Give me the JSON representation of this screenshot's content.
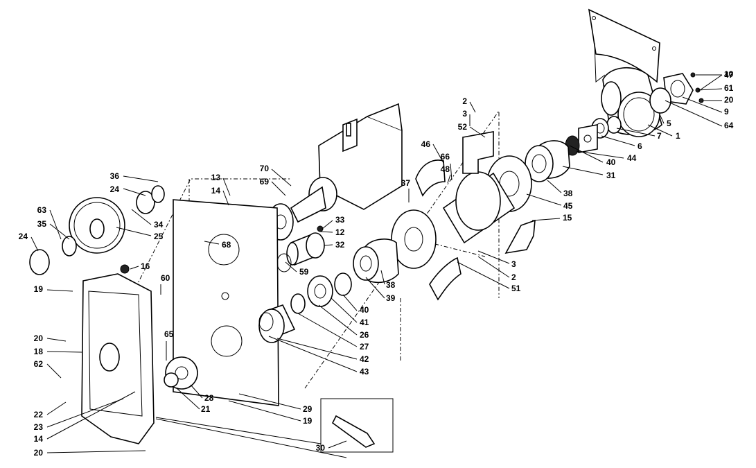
{
  "callouts": [
    {
      "label": "47"
    },
    {
      "label": "10"
    },
    {
      "label": "61"
    },
    {
      "label": "20"
    },
    {
      "label": "9"
    },
    {
      "label": "64"
    },
    {
      "label": "5"
    },
    {
      "label": "1"
    },
    {
      "label": "7"
    },
    {
      "label": "6"
    },
    {
      "label": "44"
    },
    {
      "label": "40"
    },
    {
      "label": "31"
    },
    {
      "label": "2"
    },
    {
      "label": "3"
    },
    {
      "label": "52"
    },
    {
      "label": "46"
    },
    {
      "label": "66"
    },
    {
      "label": "48"
    },
    {
      "label": "37"
    },
    {
      "label": "38"
    },
    {
      "label": "45"
    },
    {
      "label": "15"
    },
    {
      "label": "3"
    },
    {
      "label": "2"
    },
    {
      "label": "51"
    },
    {
      "label": "38"
    },
    {
      "label": "39"
    },
    {
      "label": "40"
    },
    {
      "label": "41"
    },
    {
      "label": "26"
    },
    {
      "label": "27"
    },
    {
      "label": "42"
    },
    {
      "label": "43"
    },
    {
      "label": "70"
    },
    {
      "label": "69"
    },
    {
      "label": "33"
    },
    {
      "label": "12"
    },
    {
      "label": "32"
    },
    {
      "label": "59"
    },
    {
      "label": "13"
    },
    {
      "label": "14"
    },
    {
      "label": "36"
    },
    {
      "label": "24"
    },
    {
      "label": "34"
    },
    {
      "label": "25"
    },
    {
      "label": "63"
    },
    {
      "label": "35"
    },
    {
      "label": "24"
    },
    {
      "label": "68"
    },
    {
      "label": "16"
    },
    {
      "label": "60"
    },
    {
      "label": "19"
    },
    {
      "label": "65"
    },
    {
      "label": "20"
    },
    {
      "label": "18"
    },
    {
      "label": "62"
    },
    {
      "label": "22"
    },
    {
      "label": "23"
    },
    {
      "label": "14"
    },
    {
      "label": "20"
    },
    {
      "label": "28"
    },
    {
      "label": "21"
    },
    {
      "label": "19"
    },
    {
      "label": "29"
    },
    {
      "label": "30"
    }
  ]
}
